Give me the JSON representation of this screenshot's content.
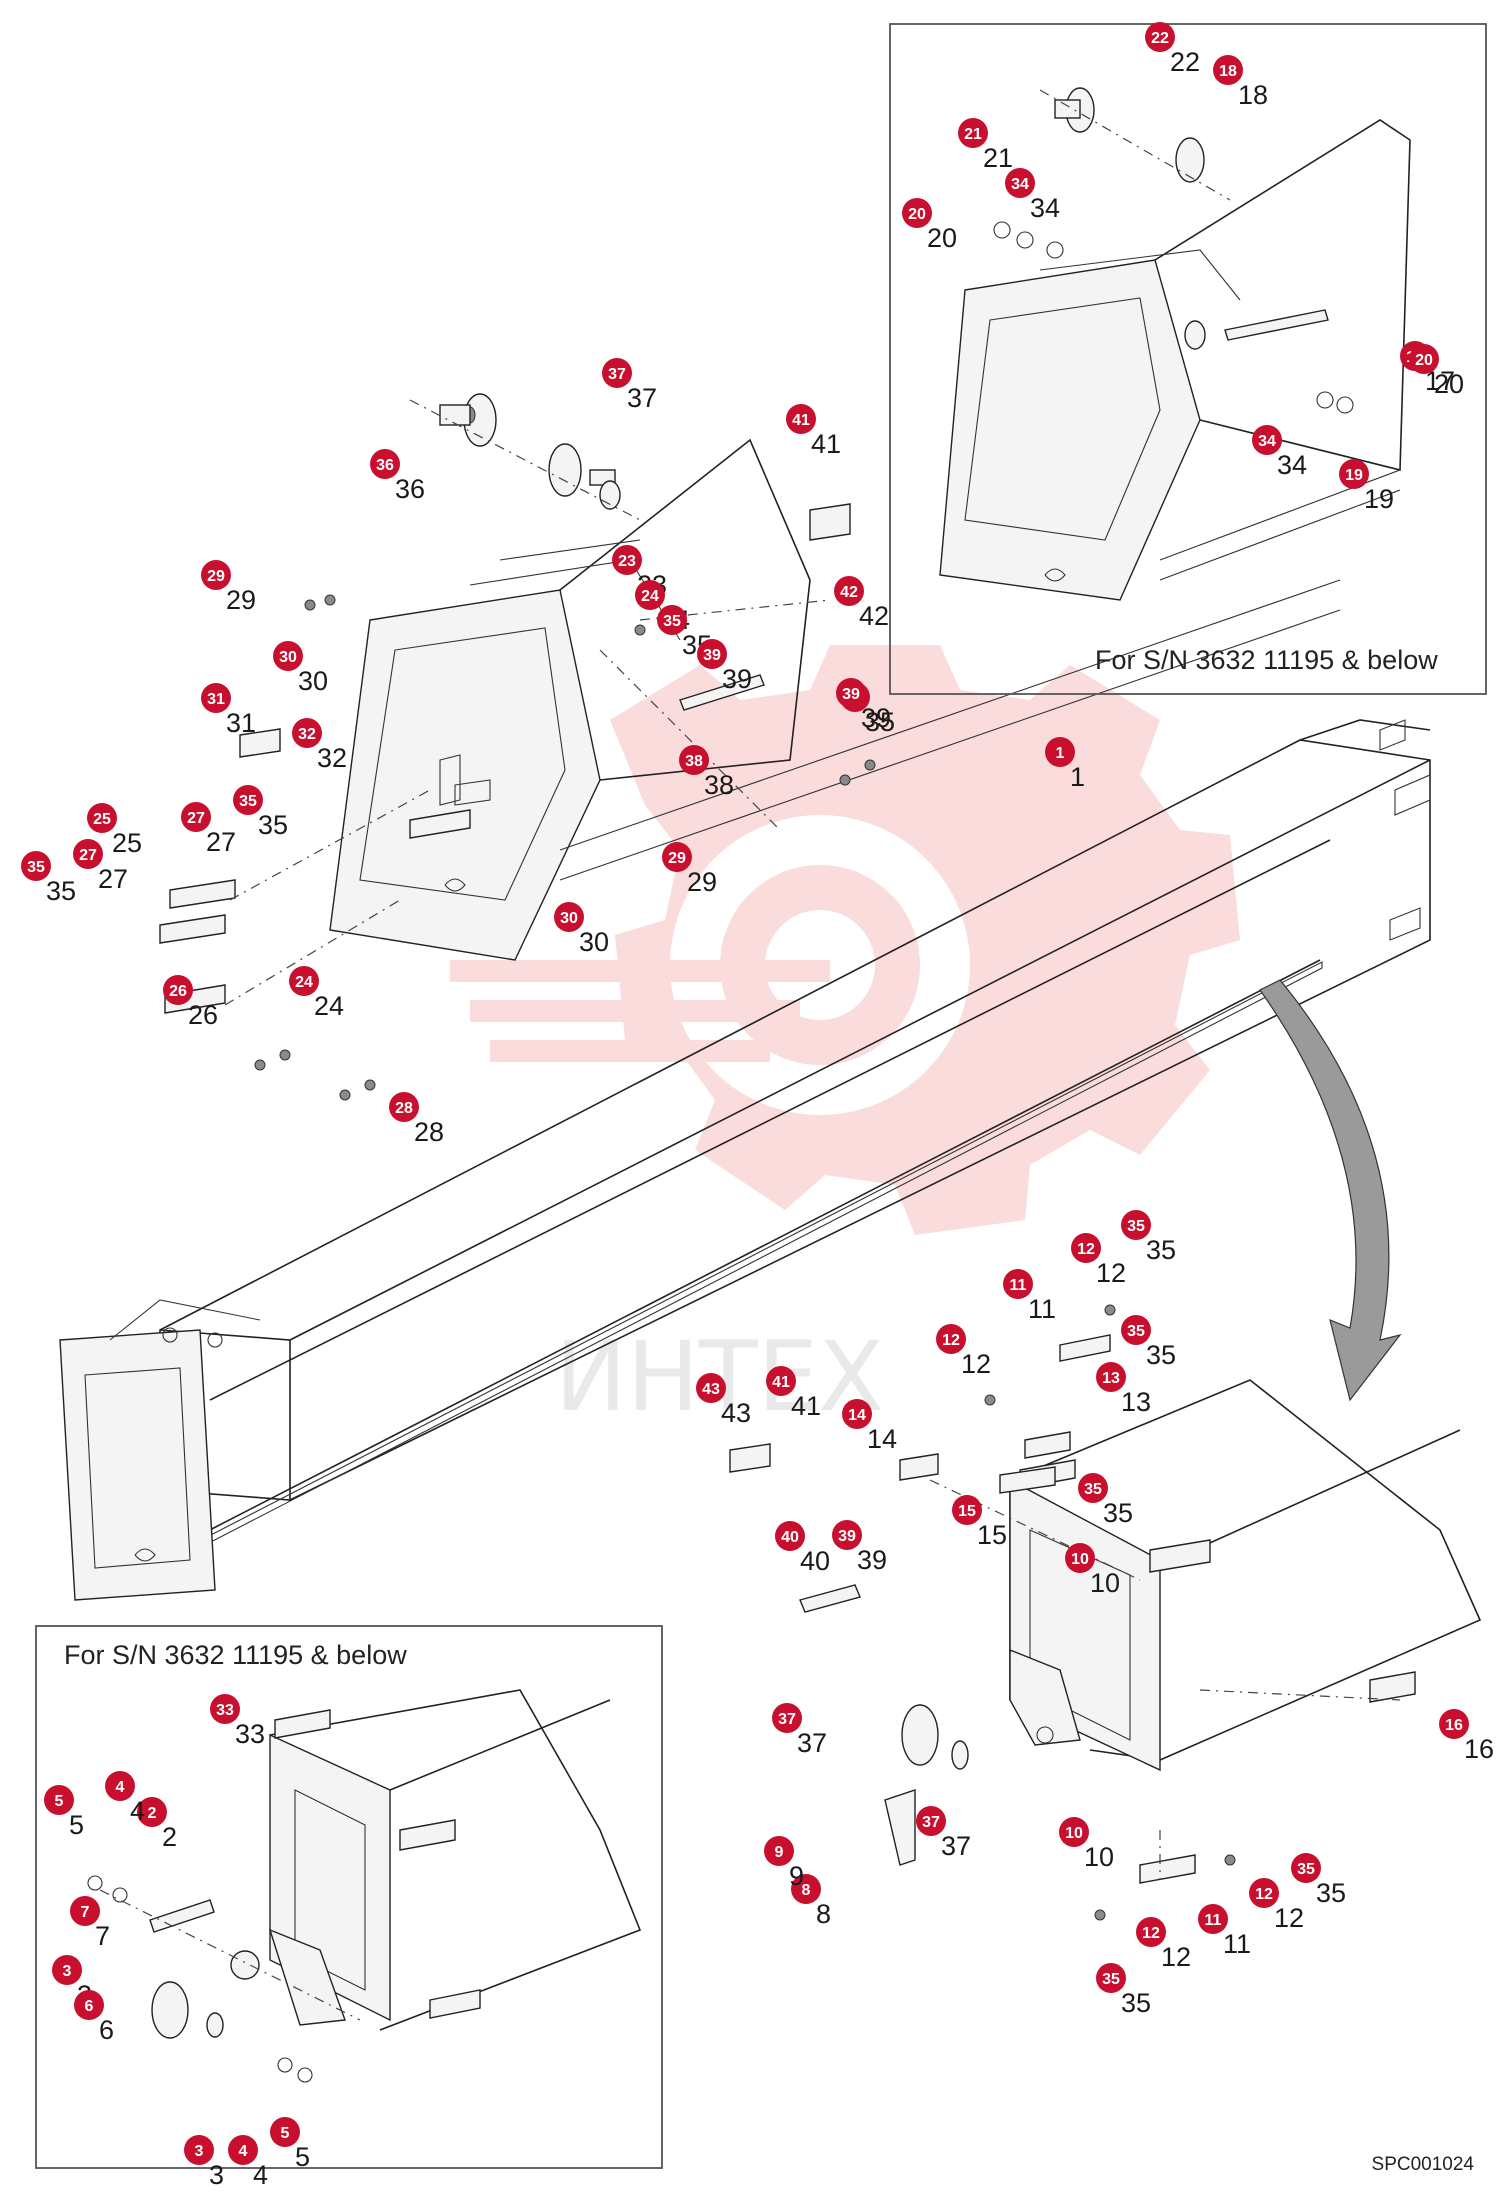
{
  "inset_top_right": {
    "caption": "For S/N 3632 11195 & below"
  },
  "inset_bottom_left": {
    "caption": "For S/N 3632 11195 & below"
  },
  "watermark": {
    "text": "ИНТЕХ"
  },
  "reference_code": "SPC001024",
  "colors": {
    "callout": "#c8102e",
    "watermark": "#f6c0c0",
    "line": "#222222"
  },
  "callouts": [
    "1",
    "2",
    "3",
    "4",
    "5",
    "6",
    "7",
    "8",
    "9",
    "10",
    "11",
    "12",
    "13",
    "14",
    "15",
    "16",
    "17",
    "18",
    "19",
    "20",
    "21",
    "22",
    "23",
    "24",
    "25",
    "26",
    "27",
    "28",
    "29",
    "30",
    "31",
    "32",
    "33",
    "34",
    "35",
    "36",
    "37",
    "38",
    "39",
    "40",
    "41",
    "42",
    "43"
  ]
}
